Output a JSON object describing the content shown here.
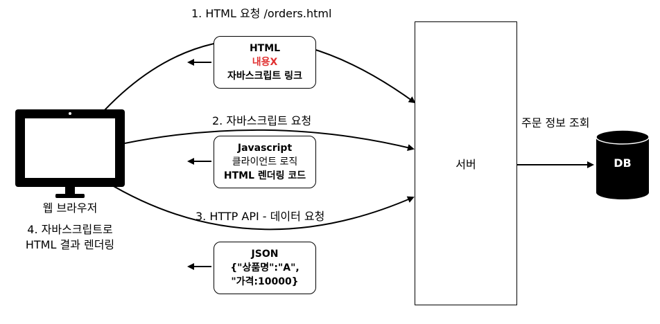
{
  "arrows": {
    "step1": "1. HTML 요청 /orders.html",
    "step2": "2. 자바스크립트 요청",
    "step3": "3. HTTP API -  데이터 요청"
  },
  "boxes": {
    "html": {
      "line1": "HTML",
      "line2": "내용X",
      "line3": "자바스크립트 링크"
    },
    "js": {
      "line1": "Javascript",
      "line2": "클라이언트 로직",
      "line3": "HTML 렌더링 코드"
    },
    "json": {
      "line1": "JSON",
      "line2": "{\"상품명\":\"A\",",
      "line3": "\"가격:10000}"
    }
  },
  "browser": {
    "label": "웹 브라우저",
    "step4_line1": "4. 자바스크립트로",
    "step4_line2": "HTML 결과 렌더링"
  },
  "server": {
    "label": "서버"
  },
  "db": {
    "label": "DB",
    "query_label": "주문 정보 조회"
  },
  "colors": {
    "highlight": "#e03030",
    "stroke": "#000000"
  }
}
